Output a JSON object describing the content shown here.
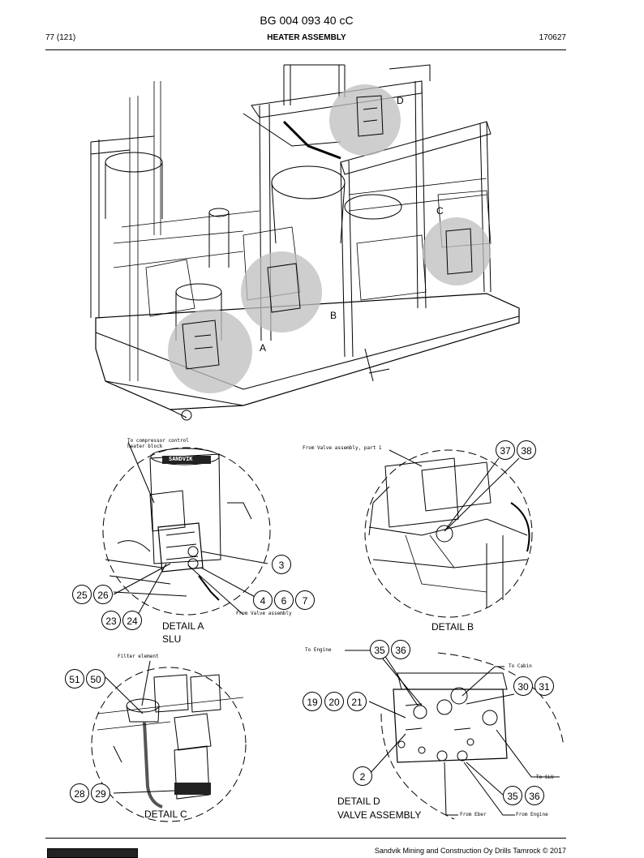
{
  "header": {
    "doc_id": "BG 004 093 40 cC",
    "page": "77 (121)",
    "section": "HEATER ASSEMBLY",
    "revision": "170627"
  },
  "overview_callouts": [
    "D",
    "C",
    "B",
    "A"
  ],
  "details": {
    "a": {
      "title": "DETAIL A",
      "subtitle": "SLU",
      "note_top": "To compressor control heater block",
      "note_bottom": "From Valve assembly",
      "brand": "SANDVIK"
    },
    "b": {
      "title": "DETAIL B",
      "note_top": "From Valve assembly, part 1"
    },
    "c": {
      "title": "DETAIL C",
      "note_top": "Filter element"
    },
    "d": {
      "title": "DETAIL D",
      "subtitle": "VALVE ASSEMBLY",
      "note_engine": "To Engine",
      "note_cabin": "To Cabin",
      "note_slu": "To SLU",
      "note_eber": "From Eber",
      "note_from_engine": "From Engine"
    }
  },
  "bubbles": {
    "b3": "3",
    "b4": "4",
    "b6": "6",
    "b7": "7",
    "b25": "25",
    "b26": "26",
    "b23": "23",
    "b24": "24",
    "b37": "37",
    "b38": "38",
    "b51": "51",
    "b50": "50",
    "b28": "28",
    "b29": "29",
    "b35a": "35",
    "b36a": "36",
    "b30": "30",
    "b31": "31",
    "b19": "19",
    "b20": "20",
    "b21": "21",
    "b2": "2",
    "b35b": "35",
    "b36b": "36"
  },
  "footer": {
    "copyright": "Sandvik Mining and Construction Oy Drills Tamrock © 2017"
  }
}
